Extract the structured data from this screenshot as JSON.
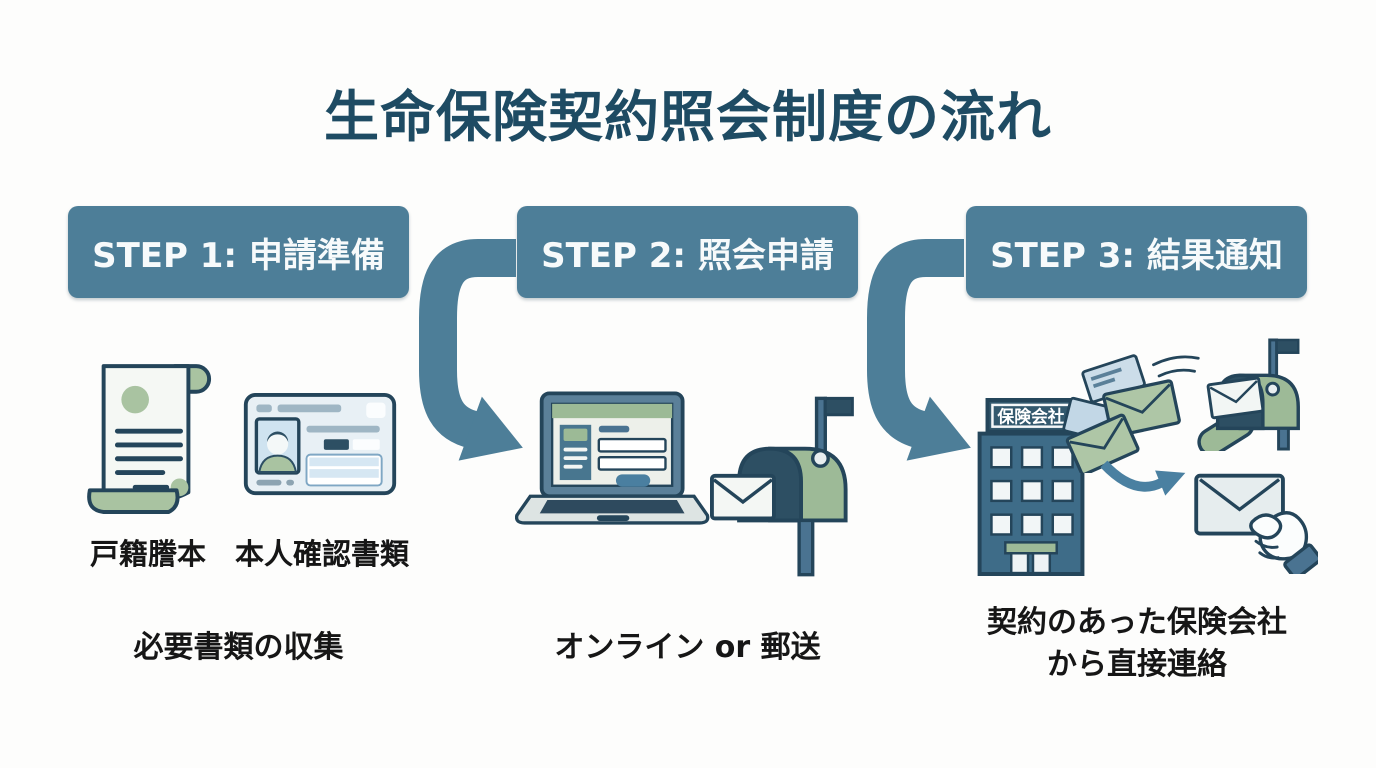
{
  "title": "生命保険契約照会制度の流れ",
  "steps": [
    {
      "label": "STEP 1: 申請準備",
      "caption": "必要書類の収集",
      "icon_labels": {
        "scroll": "戸籍謄本",
        "id_card": "本人確認書類"
      }
    },
    {
      "label": "STEP 2: 照会申請",
      "caption": "オンライン or 郵送"
    },
    {
      "label": "STEP 3: 結果通知",
      "caption": "契約のあった保険会社\nから直接連絡",
      "building_sign": "保険会社"
    }
  ],
  "colors": {
    "step_box": "#4d7e98",
    "flow_arrow": "#4d7e98",
    "title_text": "#1e4b63",
    "body_text": "#161616",
    "accent_green": "#9dba97",
    "envelope_green": "#aec6a6",
    "dark_outline": "#24455a",
    "dark_navy": "#2d4f63",
    "light_blue": "#c2d7e6",
    "building_blue": "#3e6c88",
    "background": "#fdfdfc"
  }
}
